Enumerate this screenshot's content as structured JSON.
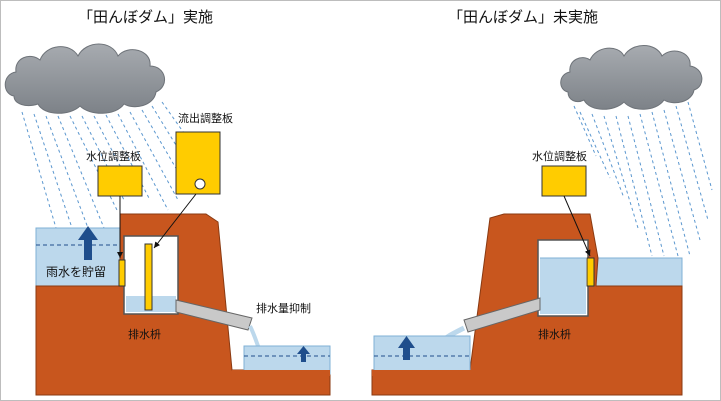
{
  "left_panel": {
    "title": "「田んぼダム」実施",
    "labels": {
      "outflow_board": "流出調整板",
      "level_board": "水位調整板",
      "stored_rain": "雨水を貯留",
      "discharge_suppressed": "排水量抑制",
      "drain_box": "排水枡"
    }
  },
  "right_panel": {
    "title": "「田んぼダム」未実施",
    "labels": {
      "level_board": "水位調整板",
      "drain_box": "排水枡"
    }
  },
  "colors": {
    "soil": "#c8561e",
    "soil_edge": "#8a3a12",
    "water": "#bcd8ec",
    "water_edge": "#7fb0d6",
    "board": "#ffcc00",
    "board_edge": "#333333",
    "arrow": "#1f4e8c",
    "cloud": "#8f949a",
    "rain": "#5b97cf"
  }
}
